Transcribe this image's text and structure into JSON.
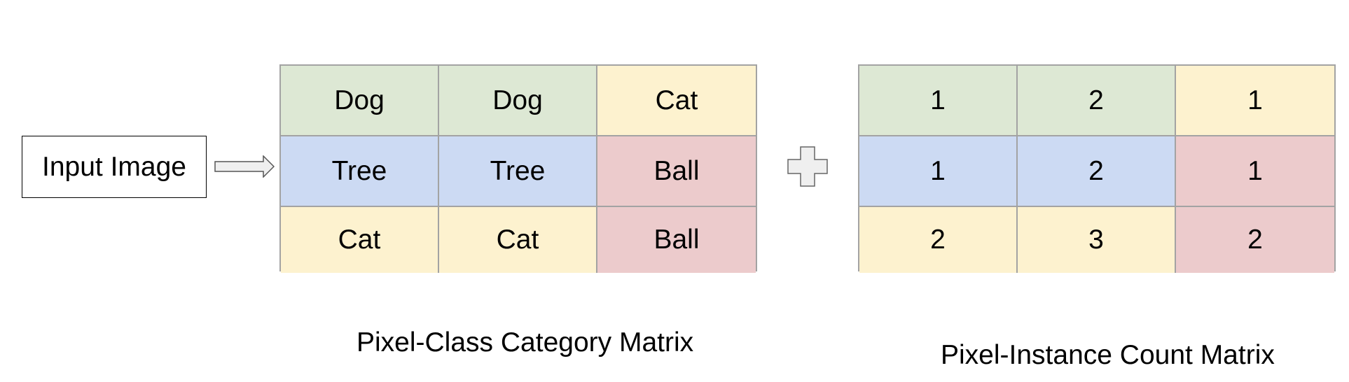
{
  "input": {
    "label": "Input Image"
  },
  "colors": {
    "green": "#dde8d4",
    "yellow": "#fdf2cf",
    "blue": "#ccdaf3",
    "red": "#eccbcc",
    "grid": "#a3a3a3"
  },
  "category_matrix": {
    "caption": "Pixel-Class Category Matrix",
    "cells": [
      [
        {
          "text": "Dog",
          "color": "green"
        },
        {
          "text": "Dog",
          "color": "green"
        },
        {
          "text": "Cat",
          "color": "yellow"
        }
      ],
      [
        {
          "text": "Tree",
          "color": "blue"
        },
        {
          "text": "Tree",
          "color": "blue"
        },
        {
          "text": "Ball",
          "color": "red"
        }
      ],
      [
        {
          "text": "Cat",
          "color": "yellow"
        },
        {
          "text": "Cat",
          "color": "yellow"
        },
        {
          "text": "Ball",
          "color": "red"
        }
      ]
    ]
  },
  "count_matrix": {
    "caption": "Pixel-Instance Count Matrix",
    "cells": [
      [
        {
          "text": "1",
          "color": "green"
        },
        {
          "text": "2",
          "color": "green"
        },
        {
          "text": "1",
          "color": "yellow"
        }
      ],
      [
        {
          "text": "1",
          "color": "blue"
        },
        {
          "text": "2",
          "color": "blue"
        },
        {
          "text": "1",
          "color": "red"
        }
      ],
      [
        {
          "text": "2",
          "color": "yellow"
        },
        {
          "text": "3",
          "color": "yellow"
        },
        {
          "text": "2",
          "color": "red"
        }
      ]
    ]
  },
  "icons": {
    "arrow": "right-arrow-icon",
    "plus": "plus-icon"
  }
}
